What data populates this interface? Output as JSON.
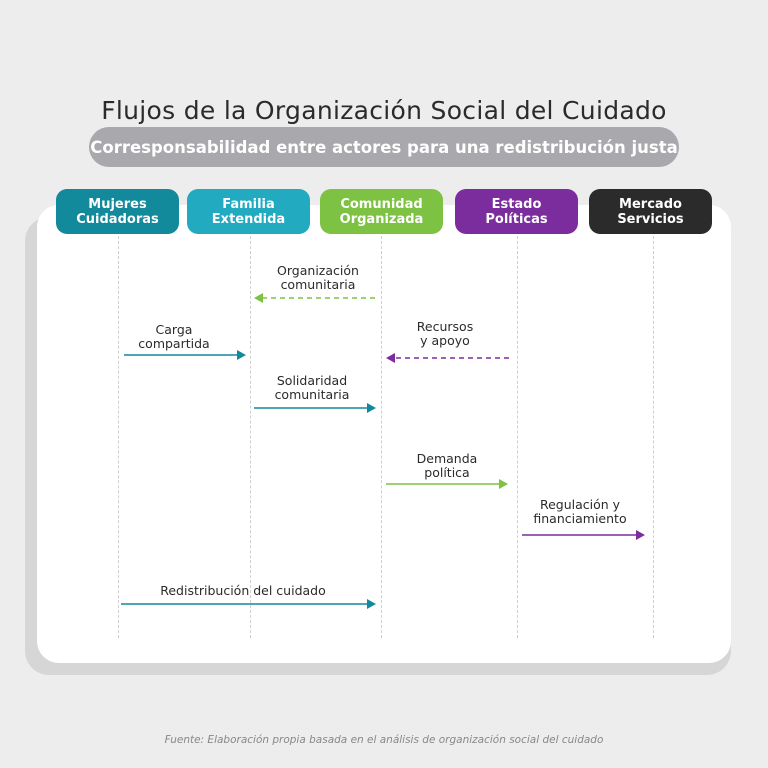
{
  "title": "Flujos de la Organización Social del Cuidado",
  "subtitle": "Corresponsabilidad entre actores para una redistribución justa",
  "actors": [
    {
      "line1": "Mujeres",
      "line2": "Cuidadoras",
      "color": "#13899c"
    },
    {
      "line1": "Familia",
      "line2": "Extendida",
      "color": "#22aac0"
    },
    {
      "line1": "Comunidad",
      "line2": "Organizada",
      "color": "#7dc242"
    },
    {
      "line1": "Estado",
      "line2": "Políticas",
      "color": "#7b2d9e"
    },
    {
      "line1": "Mercado",
      "line2": "Servicios",
      "color": "#2b2b2b"
    }
  ],
  "flows": [
    {
      "from": 2,
      "to": 1,
      "style": "dashed",
      "color": "#7dc242",
      "line1": "Organización",
      "line2": "comunitaria"
    },
    {
      "from": 0,
      "to": 1,
      "style": "solid",
      "color": "#13899c",
      "line1": "Carga",
      "line2": "compartida"
    },
    {
      "from": 3,
      "to": 2,
      "style": "dashed",
      "color": "#7b2d9e",
      "line1": "Recursos",
      "line2": "y apoyo"
    },
    {
      "from": 1,
      "to": 2,
      "style": "solid",
      "color": "#13899c",
      "line1": "Solidaridad",
      "line2": "comunitaria"
    },
    {
      "from": 2,
      "to": 3,
      "style": "solid",
      "color": "#7dc242",
      "line1": "Demanda",
      "line2": "política"
    },
    {
      "from": 3,
      "to": 4,
      "style": "solid",
      "color": "#7b2d9e",
      "line1": "Regulación y",
      "line2": "financiamiento"
    },
    {
      "from": 0,
      "to": 2,
      "style": "solid",
      "color": "#13899c",
      "line1": "Redistribución del cuidado",
      "line2": ""
    }
  ],
  "source": "Fuente: Elaboración propia basada en el análisis de organización social del cuidado"
}
